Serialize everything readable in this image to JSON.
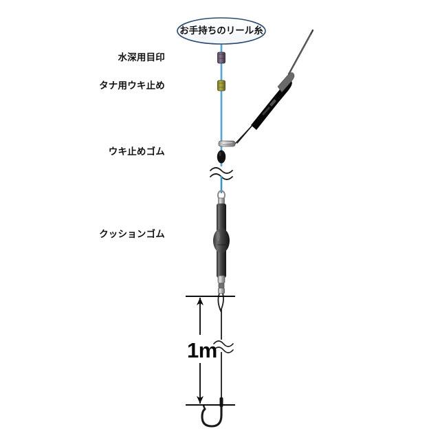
{
  "diagram": {
    "title_callout": {
      "text": "お手持ちのリール糸",
      "shape": "ellipse",
      "border_color": "#2b4a6f",
      "fill_color": "#ffffff"
    },
    "labels": [
      {
        "id": "depth-marker",
        "text": "水深用目印",
        "component_color": "#6b5a73"
      },
      {
        "id": "tana-stopper",
        "text": "タナ用ウキ止め",
        "component_color": "#8d8a33"
      },
      {
        "id": "uki-stopper-rubber",
        "text": "ウキ止めゴム",
        "component_color": "#121212"
      },
      {
        "id": "cushion-rubber",
        "text": "クッションゴム",
        "component_color": "#3a3a3a"
      }
    ],
    "dimension": {
      "value": "1m",
      "unit": "m",
      "arrow_style": "double-headed"
    },
    "colors": {
      "main_line": "#3f93c4",
      "leader_line": "#1a1a1a",
      "float_body": "#0d0d0d",
      "float_antenna": "#565656",
      "hook": "#1a1a1a",
      "background": "#ffffff"
    },
    "components": [
      {
        "name": "reel-line",
        "type": "line",
        "color": "#3f93c4"
      },
      {
        "name": "depth-marker-bead",
        "type": "bead",
        "color": "#6b5a73"
      },
      {
        "name": "tana-stopper-bead",
        "type": "bead",
        "color": "#8d8a33"
      },
      {
        "name": "float",
        "type": "float",
        "color": "#0d0d0d"
      },
      {
        "name": "float-snap-sleeve",
        "type": "connector",
        "color": "#9a9a9a"
      },
      {
        "name": "stopper-rubber-bead",
        "type": "bead",
        "color": "#121212"
      },
      {
        "name": "cushion-rubber-tube",
        "type": "tube",
        "color": "#3a3a3a"
      },
      {
        "name": "swivel",
        "type": "connector",
        "color": "#8f8f8f"
      },
      {
        "name": "snap-clip",
        "type": "connector",
        "color": "#5a5a5a"
      },
      {
        "name": "leader-line",
        "type": "line",
        "color": "#1a1a1a"
      },
      {
        "name": "hook",
        "type": "hook",
        "color": "#1a1a1a"
      }
    ]
  }
}
